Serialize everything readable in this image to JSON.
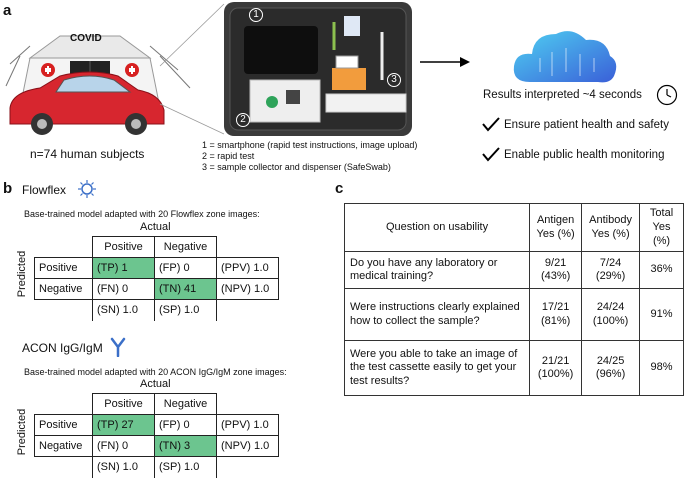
{
  "panel_a": {
    "letter": "a",
    "tent_label": "COVID",
    "subjects": "n=74 human subjects",
    "kit_numbers": [
      "1",
      "2",
      "3"
    ],
    "legend": [
      "1 = smartphone (rapid test instructions, image upload)",
      "2 = rapid test",
      "3 = sample collector and dispenser (SafeSwab)"
    ],
    "results": "Results interpreted ~4 seconds",
    "checks": [
      "Ensure patient health and safety",
      "Enable public health monitoring"
    ]
  },
  "panel_b": {
    "letter": "b",
    "matrices": [
      {
        "title": "Flowflex",
        "subtitle": "Base-trained model adapted with 20 Flowflex zone images:",
        "actual": "Actual",
        "predicted": "Predicted",
        "col_headers": [
          "Positive",
          "Negative"
        ],
        "rows": [
          {
            "label": "Positive",
            "cells": [
              "(TP) 1",
              "(FP) 0"
            ],
            "extra": "(PPV) 1.0"
          },
          {
            "label": "Negative",
            "cells": [
              "(FN) 0",
              "(TN) 41"
            ],
            "extra": "(NPV) 1.0"
          }
        ],
        "bottom": [
          "(SN) 1.0",
          "(SP) 1.0"
        ]
      },
      {
        "title": "ACON IgG/IgM",
        "subtitle": "Base-trained model adapted with 20 ACON IgG/IgM zone images:",
        "actual": "Actual",
        "predicted": "Predicted",
        "col_headers": [
          "Positive",
          "Negative"
        ],
        "rows": [
          {
            "label": "Positive",
            "cells": [
              "(TP) 27",
              "(FP) 0"
            ],
            "extra": "(PPV) 1.0"
          },
          {
            "label": "Negative",
            "cells": [
              "(FN) 0",
              "(TN) 3"
            ],
            "extra": "(NPV) 1.0"
          }
        ],
        "bottom": [
          "(SN) 1.0",
          "(SP) 1.0"
        ]
      }
    ]
  },
  "panel_c": {
    "letter": "c",
    "headers": [
      "Question on usability",
      "Antigen Yes (%)",
      "Antibody Yes (%)",
      "Total Yes (%)"
    ],
    "rows": [
      {
        "q": "Do you have any laboratory or medical training?",
        "antigen": [
          "9/21",
          "(43%)"
        ],
        "antibody": [
          "7/24",
          "(29%)"
        ],
        "total": "36%"
      },
      {
        "q": "Were instructions clearly explained how to collect the sample?",
        "antigen": [
          "17/21",
          "(81%)"
        ],
        "antibody": [
          "24/24",
          "(100%)"
        ],
        "total": "91%"
      },
      {
        "q": "Were you able to take an image of the test cassette easily to get your test results?",
        "antigen": [
          "21/21",
          "(100%)"
        ],
        "antibody": [
          "24/25",
          "(96%)"
        ],
        "total": "98%"
      }
    ]
  }
}
